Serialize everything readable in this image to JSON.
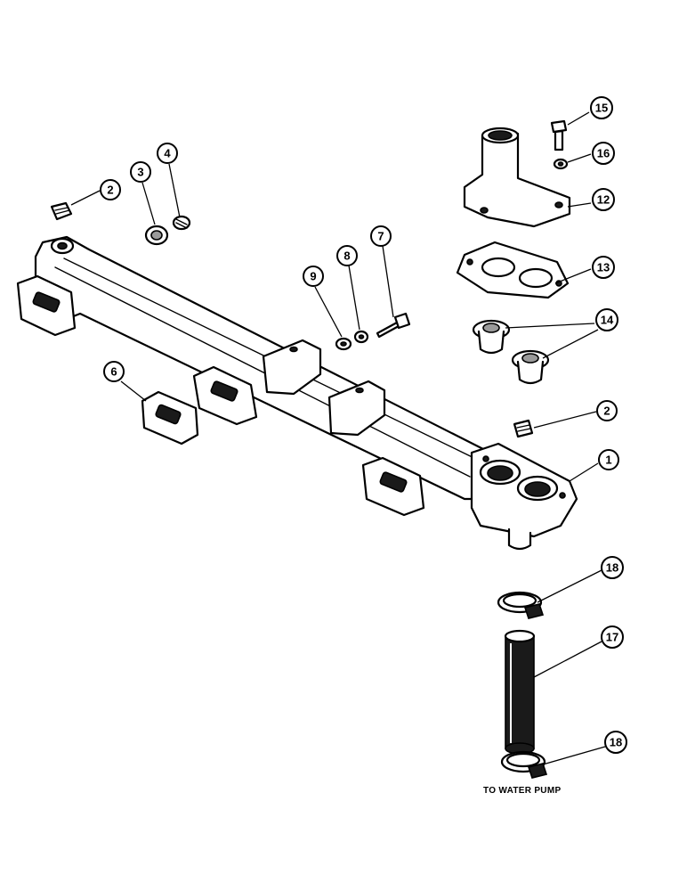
{
  "callouts": [
    {
      "id": "c2a",
      "label": "2"
    },
    {
      "id": "c3",
      "label": "3"
    },
    {
      "id": "c4",
      "label": "4"
    },
    {
      "id": "c9",
      "label": "9"
    },
    {
      "id": "c8",
      "label": "8"
    },
    {
      "id": "c7",
      "label": "7"
    },
    {
      "id": "c6",
      "label": "6"
    },
    {
      "id": "c15",
      "label": "15"
    },
    {
      "id": "c16",
      "label": "16"
    },
    {
      "id": "c12",
      "label": "12"
    },
    {
      "id": "c13",
      "label": "13"
    },
    {
      "id": "c14",
      "label": "14"
    },
    {
      "id": "c2b",
      "label": "2"
    },
    {
      "id": "c1",
      "label": "1"
    },
    {
      "id": "c18a",
      "label": "18"
    },
    {
      "id": "c17",
      "label": "17"
    },
    {
      "id": "c18b",
      "label": "18"
    }
  ],
  "caption": "TO WATER PUMP"
}
